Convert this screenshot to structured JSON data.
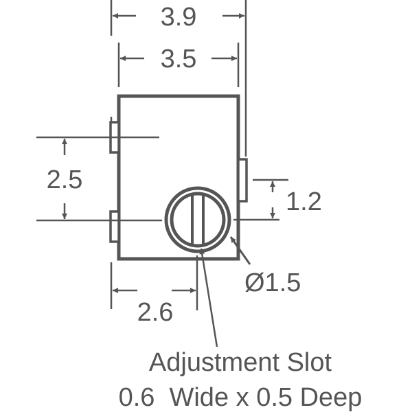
{
  "diagram": {
    "stroke_color": "#555555",
    "dimensions": {
      "overall_width": "3.9",
      "body_width": "3.5",
      "pin_spacing": "2.5",
      "adjuster_offset_vertical": "1.2",
      "adjuster_diameter": "Ø1.5",
      "adjuster_offset_horizontal": "2.6"
    },
    "callout": {
      "line1": "Adjustment Slot",
      "line2": "0.6  Wide x 0.5 Deep"
    }
  }
}
